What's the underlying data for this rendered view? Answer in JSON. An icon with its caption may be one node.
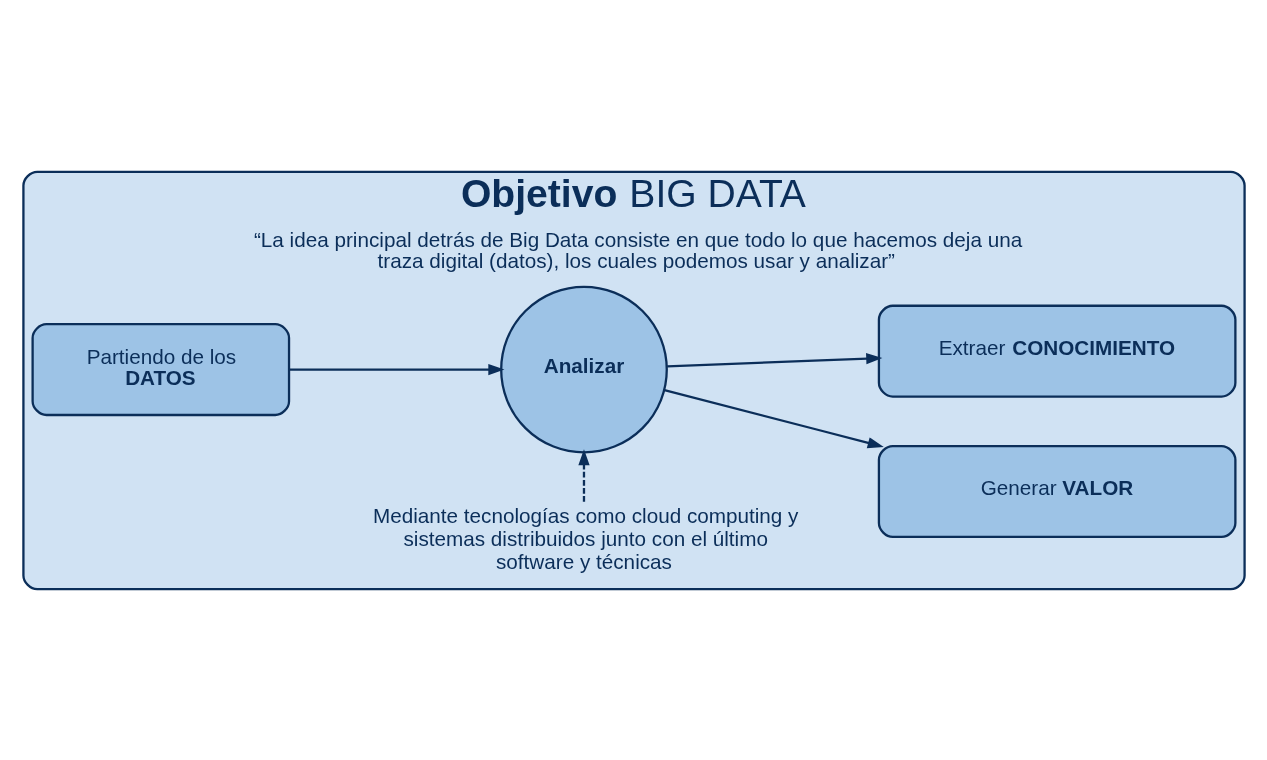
{
  "diagram": {
    "nodes": [
      {
        "text": [
          "**Objetivo** BIG DATA",
          "“La idea principal detrás de Big Data consiste en que todo lo que hacemos deja una traza digital (datos), los cuales podemos usar y analizar”"
        ]
      },
      {
        "text": [
          "Partiendo de los **DATOS**"
        ],
        "in": 0
      },
      {
        "text": [
          "Analizar"
        ],
        "in": 0
      },
      {
        "text": [
          "Generar **VALOR**"
        ],
        "in": 0
      },
      {
        "text": [
          "Extraer **CONOCIMIENTO**"
        ],
        "in": 0
      },
      {
        "text": [
          "Mediante tecnologías como cloud computing y sistemas distribuidos junto con el último software y técnicas"
        ],
        "in": 0
      }
    ],
    "edges": [
      {
        "from": 1,
        "to": 2,
        "arrow": "to"
      },
      {
        "from": 2,
        "to": 3,
        "arrow": "to"
      },
      {
        "from": 2,
        "to": 4,
        "arrow": "to"
      },
      {
        "from": 5,
        "to": 2,
        "arrow": "to",
        "style": "dashed"
      }
    ]
  }
}
